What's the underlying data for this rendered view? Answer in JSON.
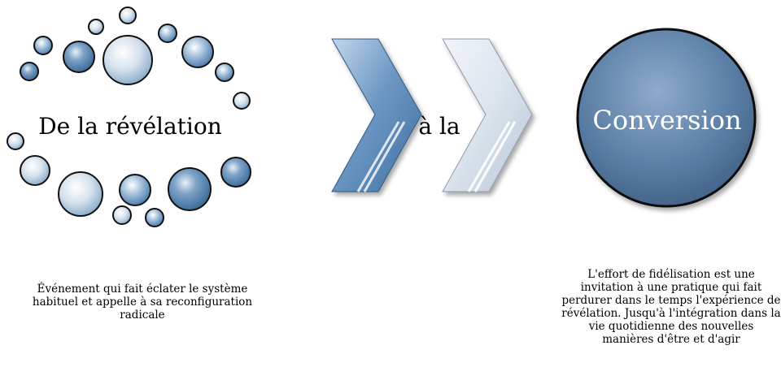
{
  "diagram": {
    "left": {
      "title": "De la révélation",
      "description": "Événement qui fait éclater le système habituel et appelle à sa reconfiguration radicale"
    },
    "middle": {
      "text": "à la"
    },
    "right": {
      "title": "Conversion",
      "description": "L'effort de fidélisation est une invitation à une pratique qui fait perdurer dans le temps l'expérience de révélation. Jusqu'à l'intégration dans la vie quotidienne des nouvelles manières d'être et d'agir"
    },
    "colors": {
      "accent_blue": "#5b7fa6",
      "bubble_light": "#c9d9e6",
      "bubble_mid": "#7fa3c6",
      "chevron_dark": "#4f7fae",
      "chevron_light": "#d9e2ec",
      "outline": "#111111"
    }
  }
}
